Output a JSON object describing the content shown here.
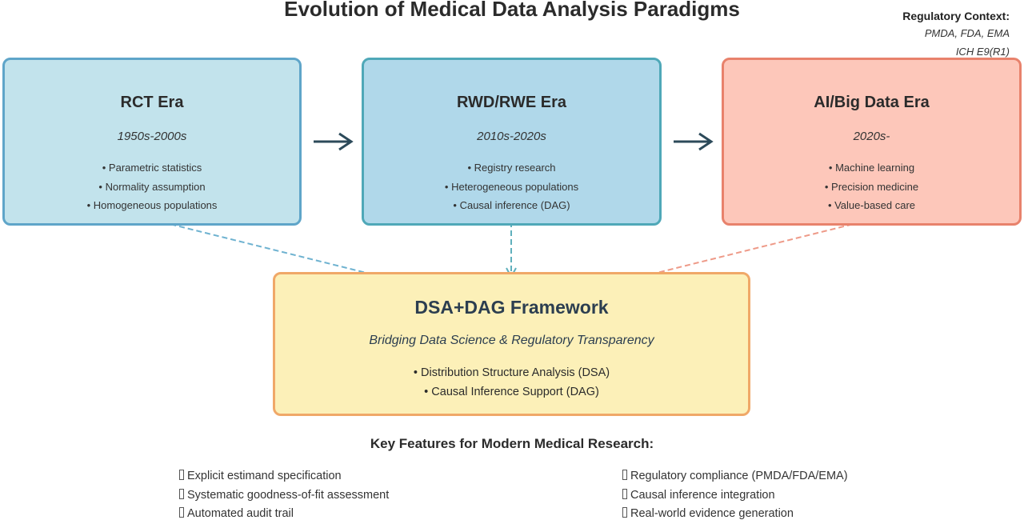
{
  "title": "Evolution of Medical Data Analysis Paradigms",
  "regulatory": {
    "heading": "Regulatory Context:",
    "lines": [
      "PMDA, FDA, EMA",
      "ICH E9(R1)"
    ]
  },
  "eras": [
    {
      "title": "RCT Era",
      "period": "1950s-2000s",
      "items": [
        "• Parametric statistics",
        "• Normality assumption",
        "• Homogeneous populations"
      ]
    },
    {
      "title": "RWD/RWE Era",
      "period": "2010s-2020s",
      "items": [
        "• Registry research",
        "• Heterogeneous populations",
        "• Causal inference (DAG)"
      ]
    },
    {
      "title": "AI/Big Data Era",
      "period": "2020s-",
      "items": [
        "• Machine learning",
        "• Precision medicine",
        "• Value-based care"
      ]
    }
  ],
  "framework": {
    "title": "DSA+DAG Framework",
    "subtitle": "Bridging Data Science & Regulatory Transparency",
    "items": [
      "• Distribution Structure Analysis (DSA)",
      "• Causal Inference Support (DAG)"
    ]
  },
  "key_features": {
    "title": "Key Features for Modern Medical Research:",
    "left": [
      "Explicit estimand specification",
      "Systematic goodness-of-fit assessment",
      "Automated audit trail"
    ],
    "right": [
      "Regulatory compliance (PMDA/FDA/EMA)",
      "Causal inference integration",
      "Real-world evidence generation"
    ]
  },
  "colors": {
    "rct_fill": "#c2e3ec",
    "rct_border": "#5fa5c9",
    "rwd_fill": "#b0d8ea",
    "rwd_border": "#4fa8b8",
    "ai_fill": "#fdc7ba",
    "ai_border": "#e8826c",
    "framework_fill": "#fcf0b8",
    "framework_border": "#f0a868",
    "arrow": "#2c4a5a"
  }
}
